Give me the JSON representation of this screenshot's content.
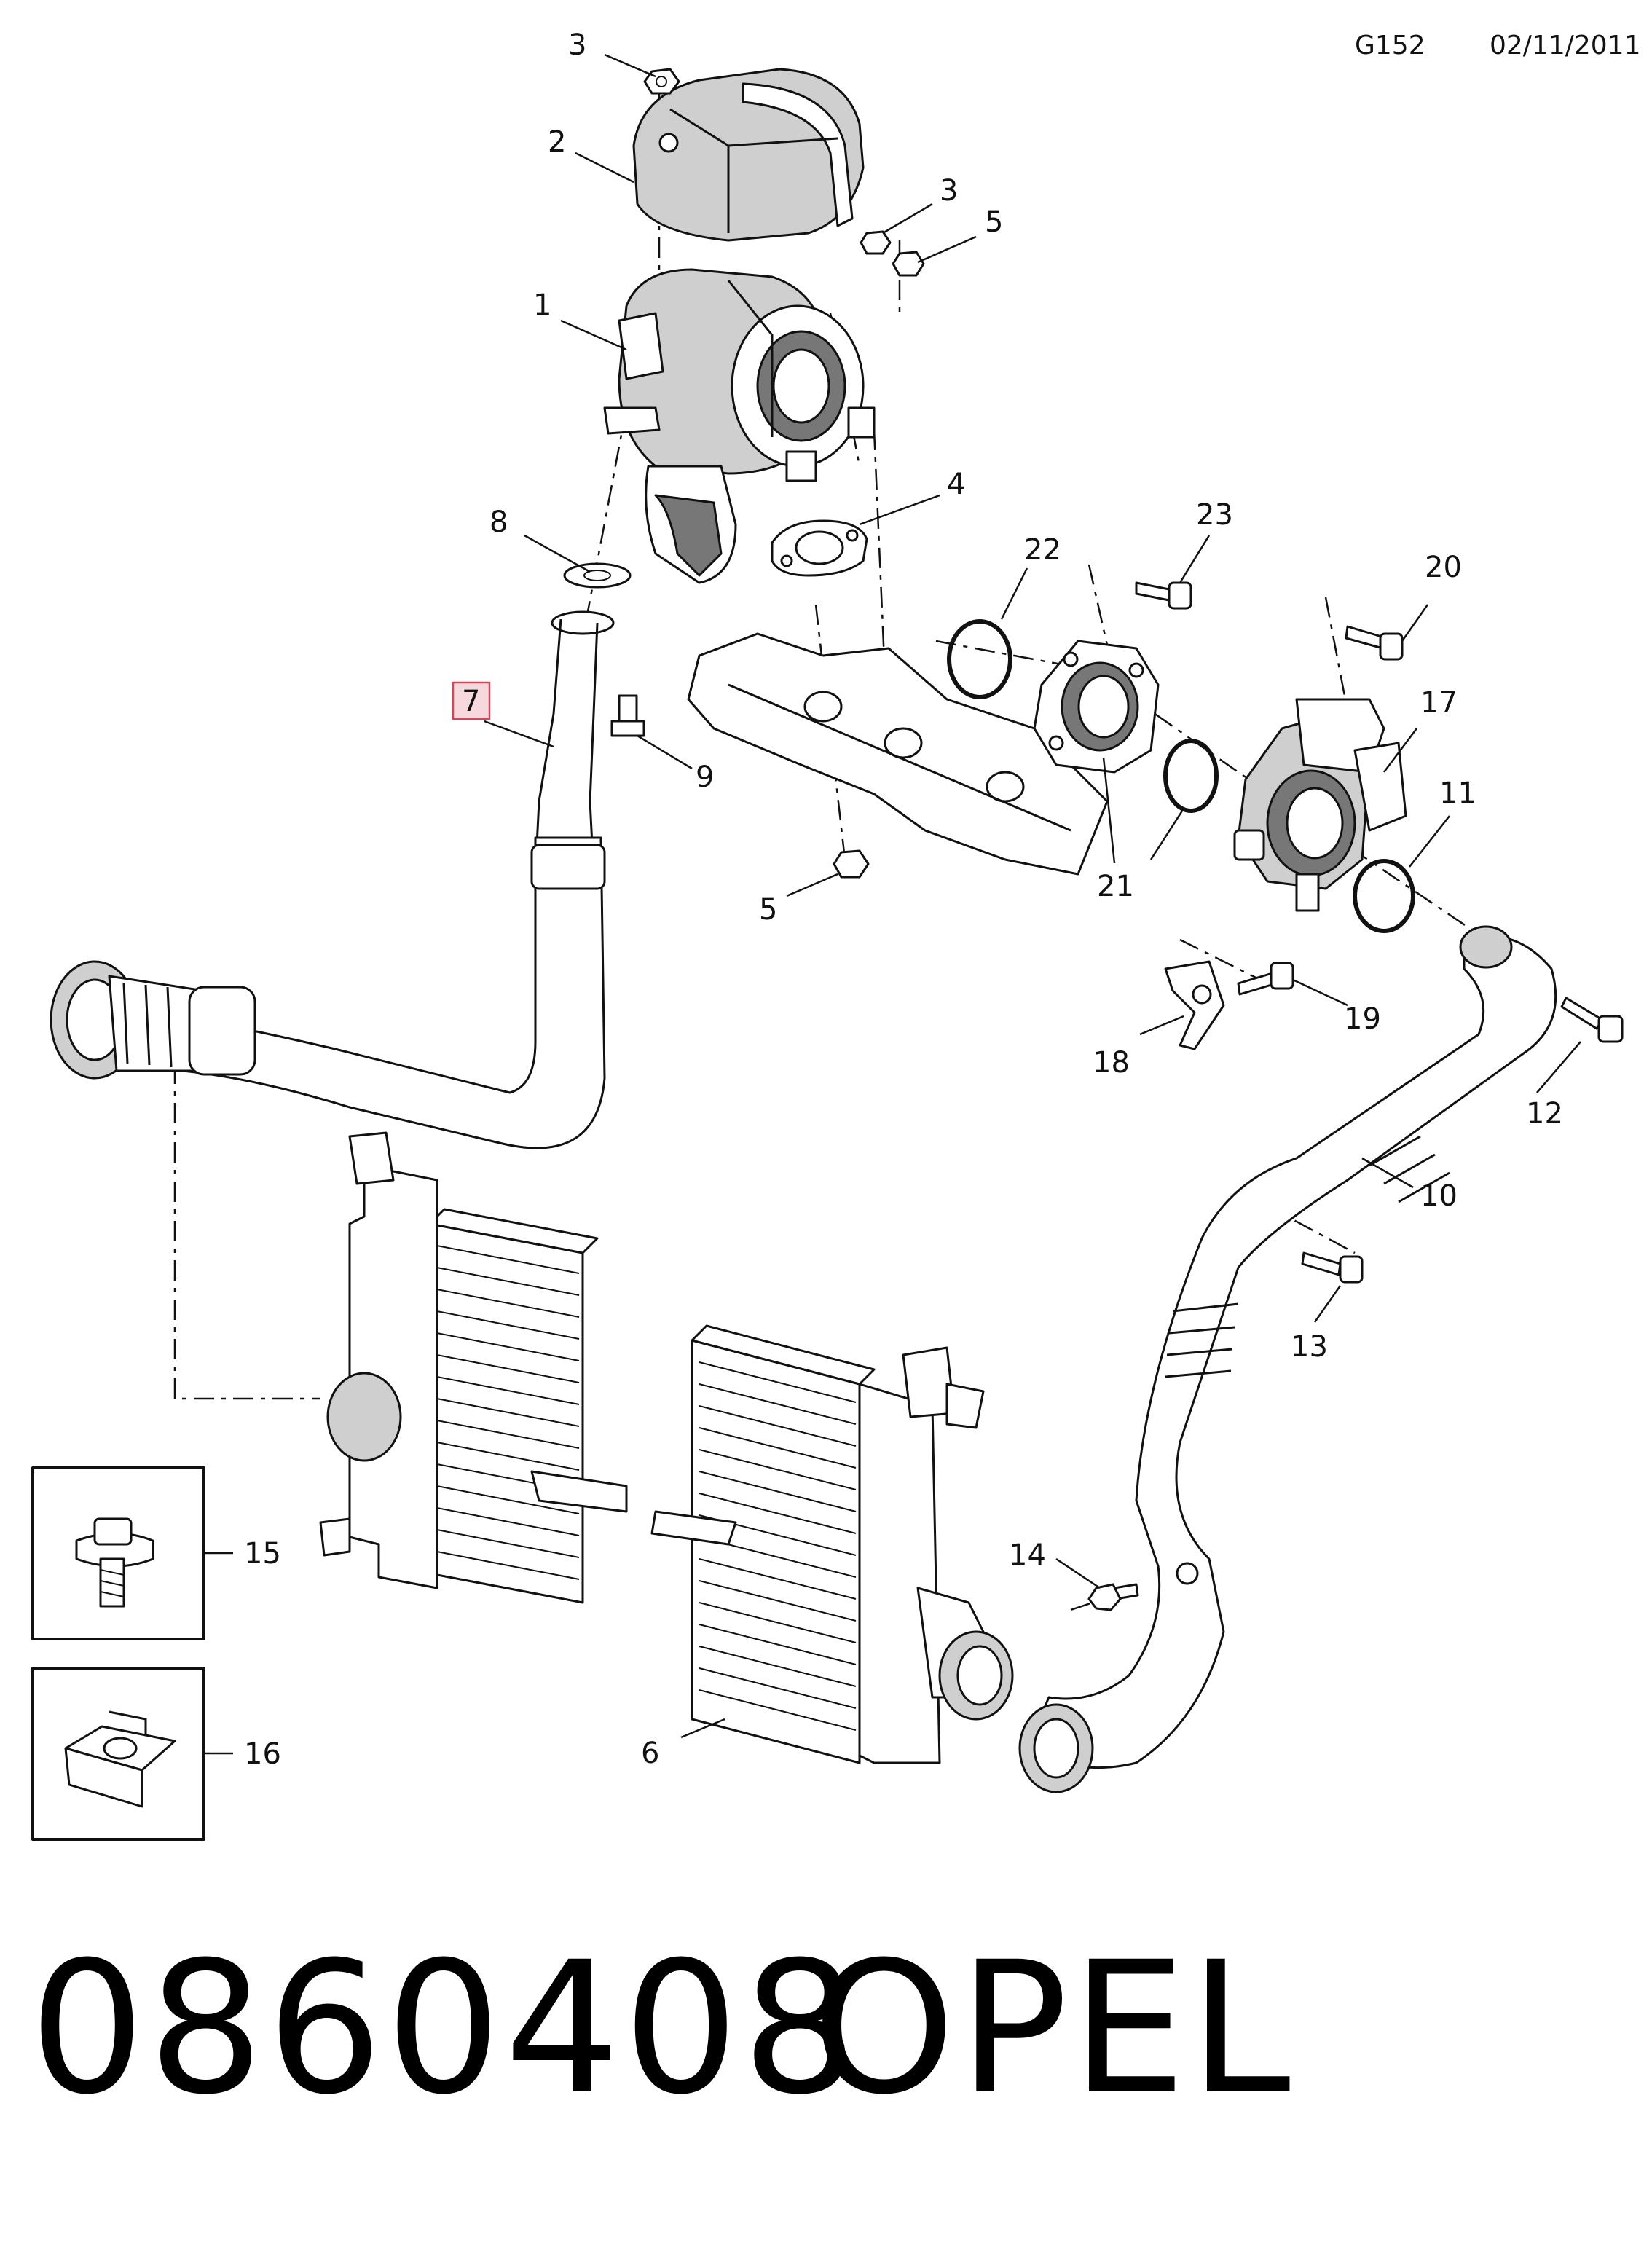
{
  "header": {
    "code": "G152",
    "date": "02/11/2011"
  },
  "footer": {
    "part_number": "0860408",
    "brand": "OPEL"
  },
  "callouts": {
    "c1": "1",
    "c2": "2",
    "c3a": "3",
    "c3b": "3",
    "c4": "4",
    "c5a": "5",
    "c5b": "5",
    "c6": "6",
    "c7": "7",
    "c8": "8",
    "c9": "9",
    "c10": "10",
    "c11": "11",
    "c12": "12",
    "c13": "13",
    "c14": "14",
    "c15": "15",
    "c16": "16",
    "c17": "17",
    "c18": "18",
    "c19": "19",
    "c20": "20",
    "c21a": "21",
    "c21b": "21",
    "c22": "22",
    "c23": "23"
  },
  "highlighted_callout": "7",
  "colors": {
    "highlight_fill": "#f7d9dd",
    "highlight_stroke": "#d0485a",
    "line": "#111111"
  },
  "icons": [
    "turbocharger-icon",
    "heat-shield-icon",
    "intercooler-icon",
    "throttle-body-icon",
    "charge-air-hose-icon",
    "bolt-icon",
    "clip-nut-icon",
    "gasket-icon",
    "o-ring-icon"
  ]
}
